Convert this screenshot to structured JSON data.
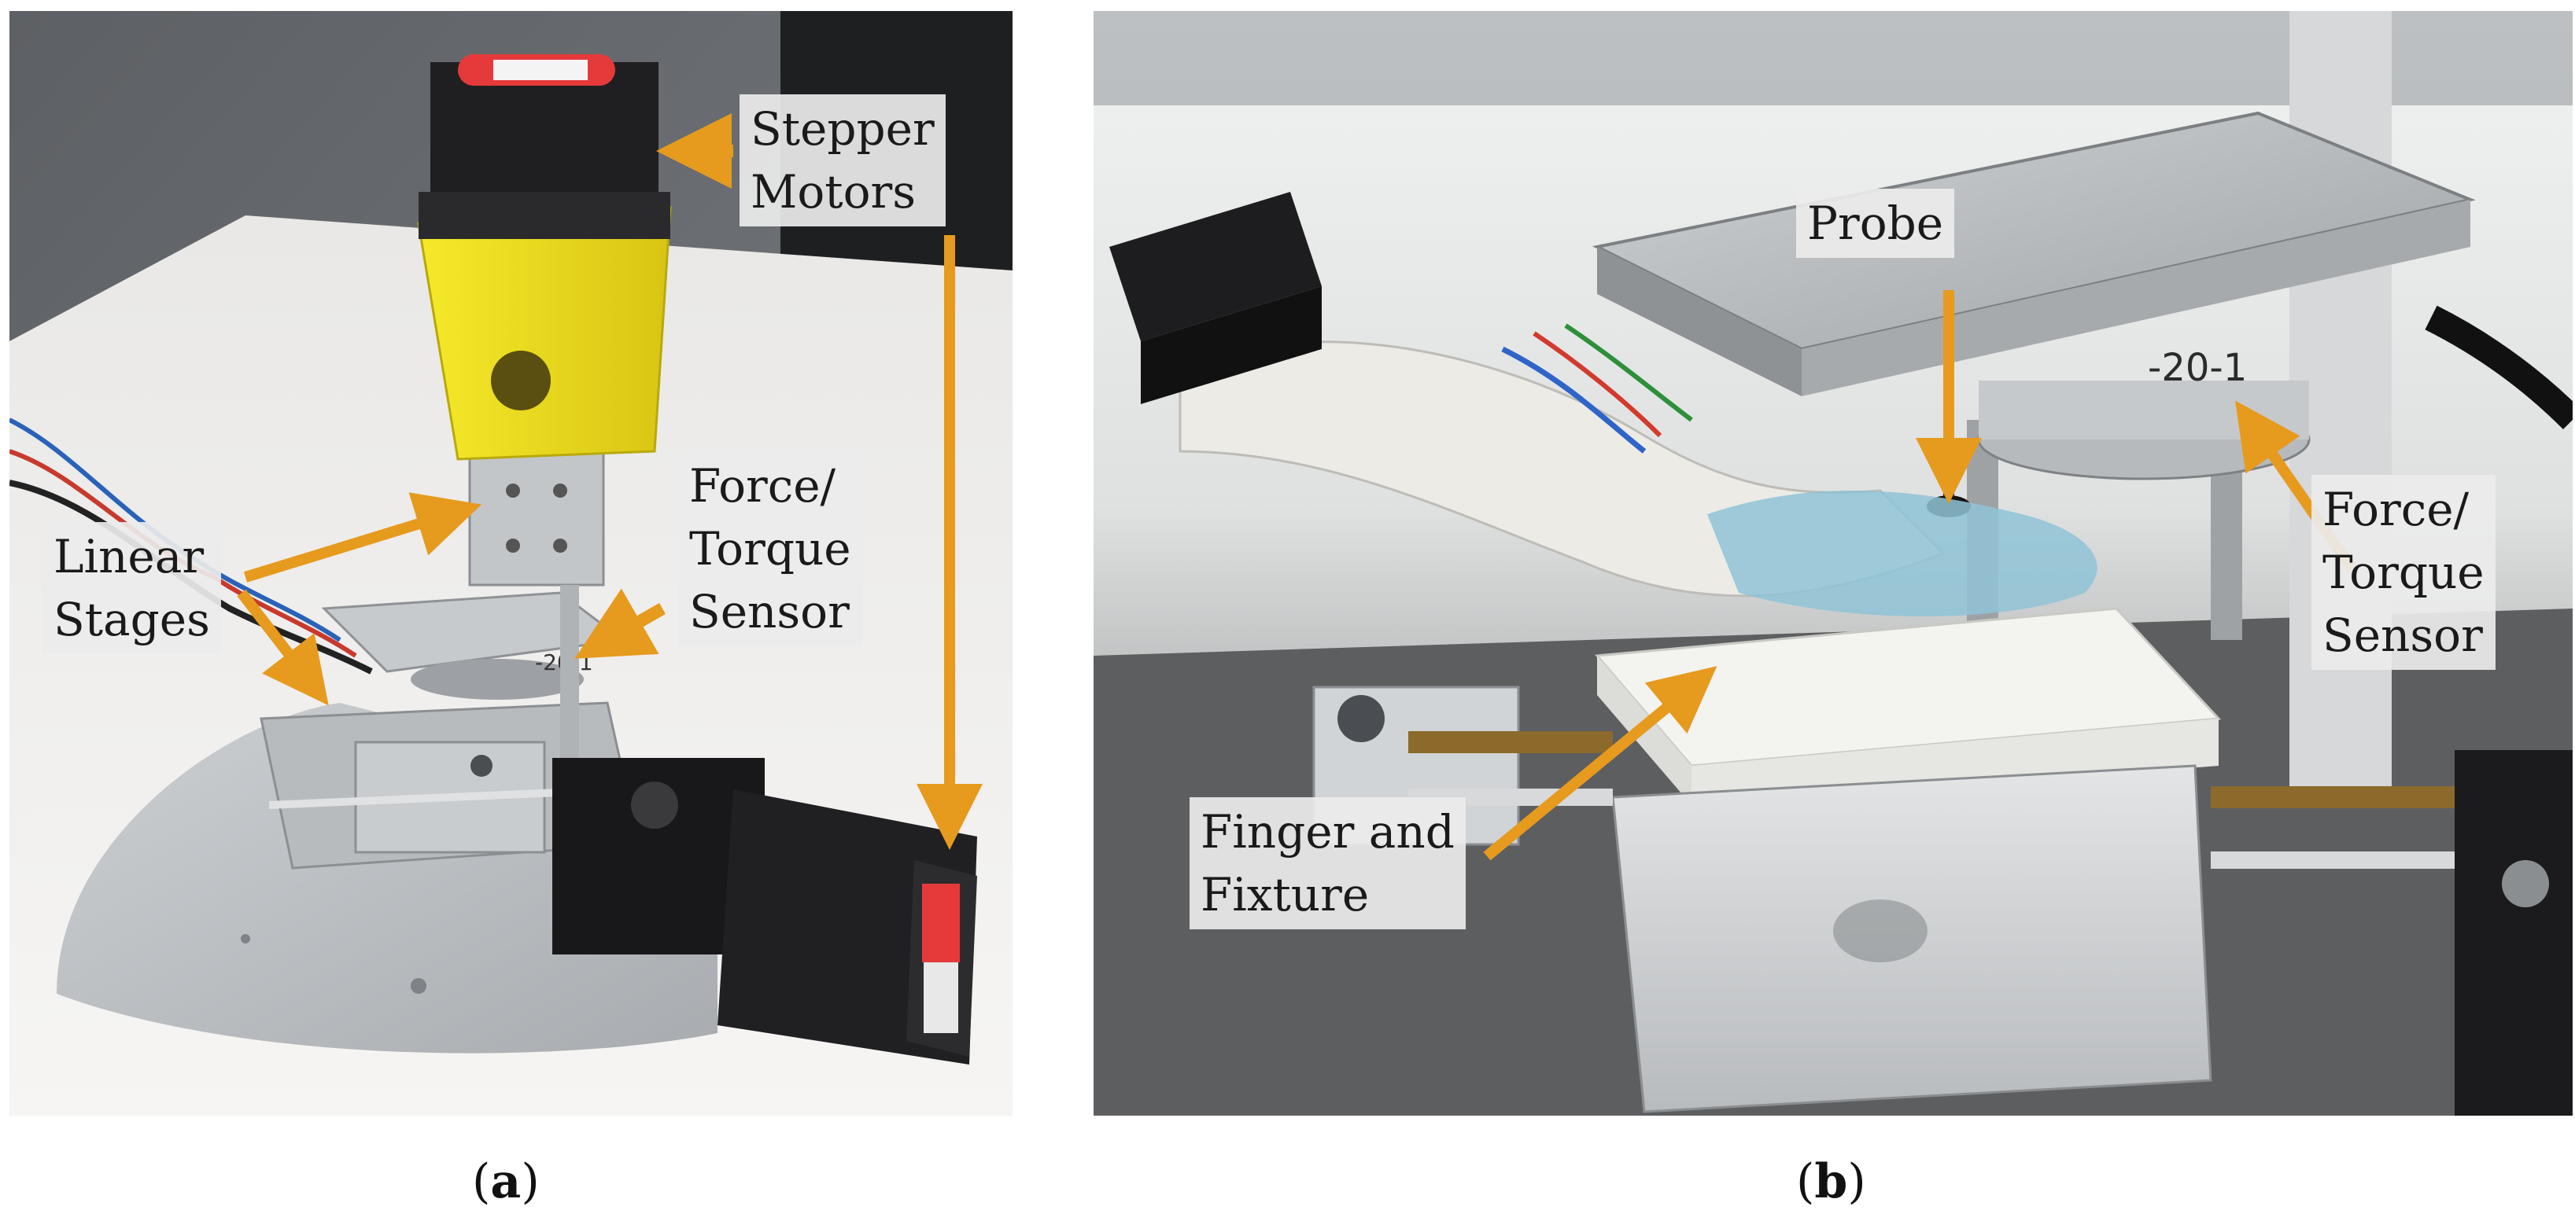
{
  "panel_a": {
    "labels": {
      "stepper_line1": "Stepper",
      "stepper_line2": "Motors",
      "force_line1": "Force/",
      "force_line2": "Torque",
      "force_line3": "Sensor",
      "linear_line1": "Linear",
      "linear_line2": "Stages"
    },
    "engraving": "-20-1",
    "caption": {
      "open": "(",
      "letter": "a",
      "close": ")"
    }
  },
  "panel_b": {
    "labels": {
      "probe": "Probe",
      "force_line1": "Force/",
      "force_line2": "Torque",
      "force_line3": "Sensor",
      "finger_line1": "Finger and",
      "finger_line2": "Fixture"
    },
    "engraving": "-20-1",
    "caption": {
      "open": "(",
      "letter": "b",
      "close": ")"
    }
  },
  "colors": {
    "arrow": "#E69A1E",
    "label_bg": "#ECECEC",
    "motor_yellow": "#F2E21C",
    "aluminum": "#B9BCBF",
    "motor_black": "#1C1C1E",
    "foam_white": "#F1F1EE",
    "gel_blue": "#8FC3D6"
  }
}
